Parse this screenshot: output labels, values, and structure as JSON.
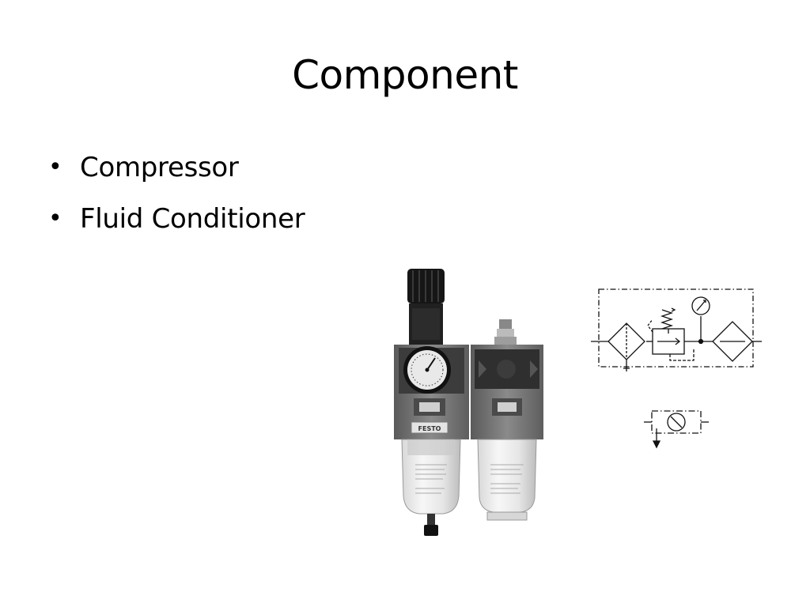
{
  "slide": {
    "title": "Component",
    "bullets": [
      {
        "marker": "•",
        "text": "Compressor"
      },
      {
        "marker": "•",
        "text": "Fluid Conditioner"
      }
    ]
  },
  "figures": {
    "photo_brand_text": "FESTO",
    "colors": {
      "background": "#ffffff",
      "text": "#000000",
      "grey_body": "#7a7a7a",
      "dark_knob": "#1a1a1a"
    }
  }
}
